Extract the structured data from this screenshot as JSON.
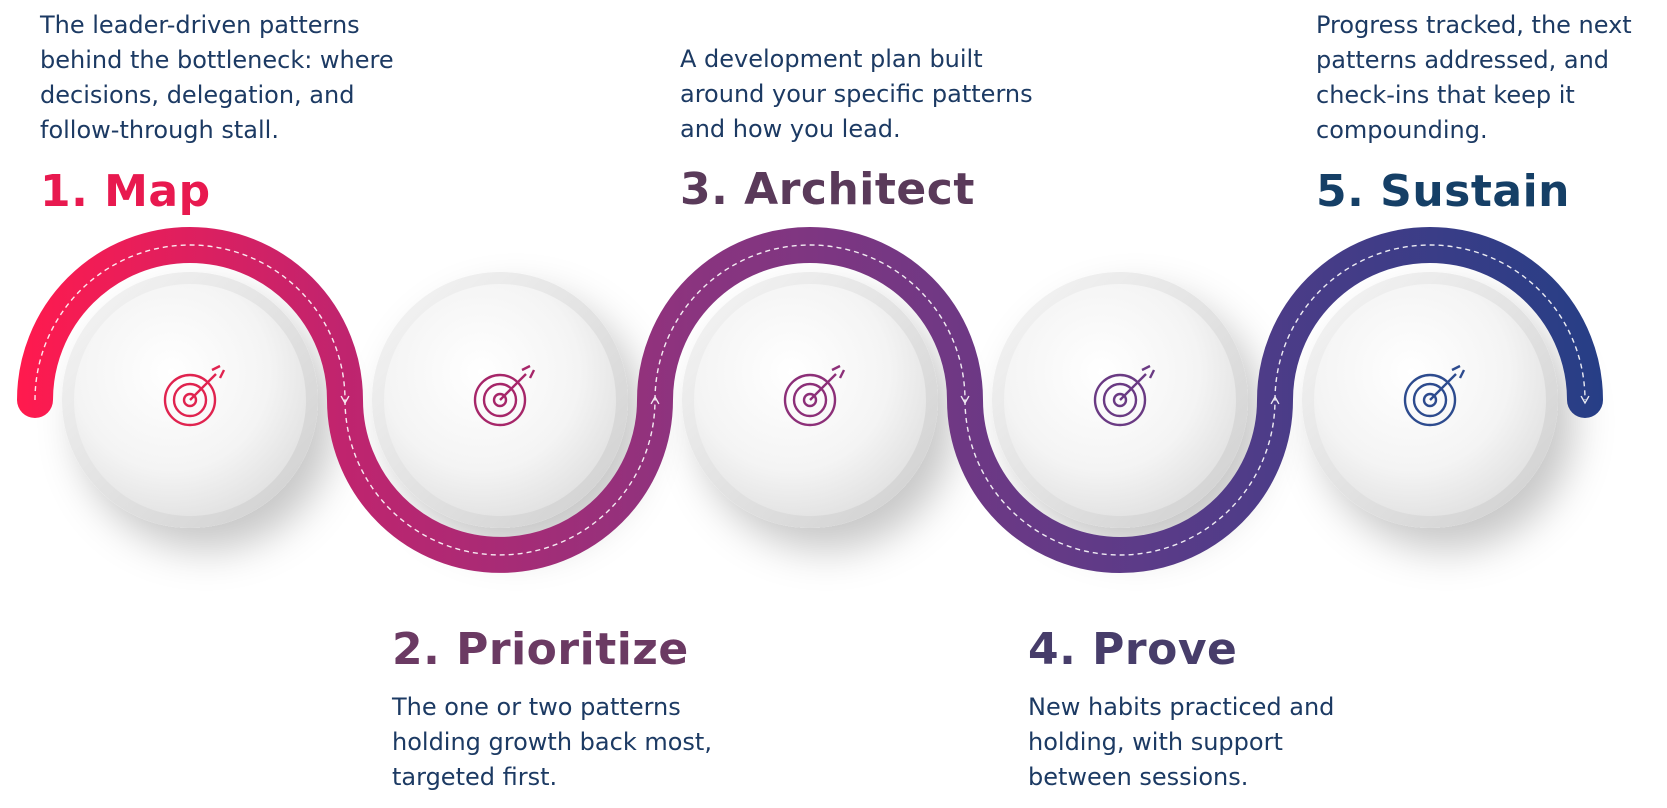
{
  "steps": [
    {
      "title": "1. Map",
      "description": "The leader-driven patterns\nbehind the bottleneck: where\ndecisions, delegation, and\nfollow-through stall.",
      "color": "#e8194f",
      "icon": "target-icon"
    },
    {
      "title": "2. Prioritize",
      "description": "The one or two patterns\nholding growth back most,\ntargeted first.",
      "color": "#6b3a63",
      "icon": "target-icon"
    },
    {
      "title": "3. Architect",
      "description": "A development plan built\naround your specific patterns\nand how you lead.",
      "color": "#5a3a5a",
      "icon": "target-icon"
    },
    {
      "title": "4. Prove",
      "description": "New habits practiced and\nholding, with support\nbetween sessions.",
      "color": "#473d6a",
      "icon": "target-icon"
    },
    {
      "title": "5. Sustain",
      "description": "Progress tracked, the next\npatterns addressed, and\ncheck-ins that keep it\ncompounding.",
      "color": "#153f66",
      "icon": "target-icon"
    }
  ],
  "colors": {
    "path_start": "#ff1a4e",
    "path_mid1": "#c0246e",
    "path_mid2": "#8a347f",
    "path_mid3": "#5b3b88",
    "path_end": "#233e86",
    "text": "#1c3a63"
  }
}
